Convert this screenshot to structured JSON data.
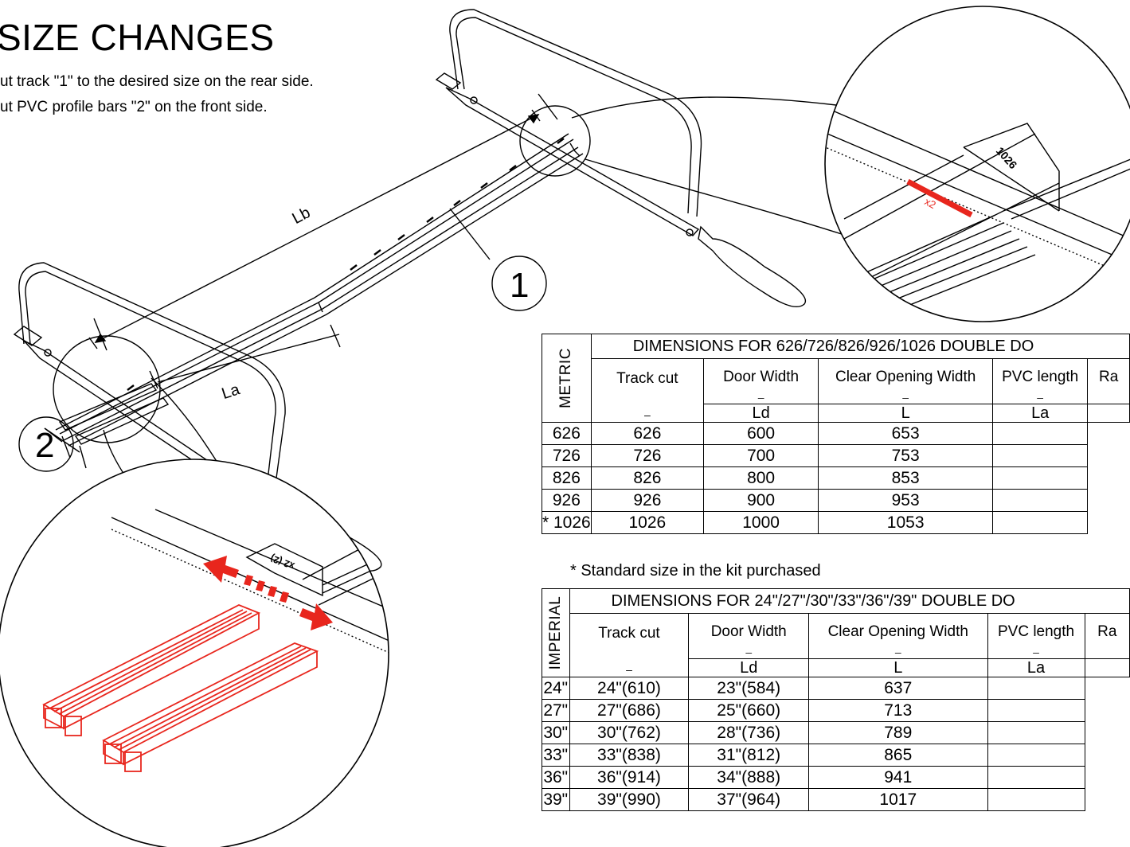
{
  "title": "SIZE CHANGES",
  "instructions": [
    "ut track \"1\" to the desired size on the rear side.",
    "ut PVC profile bars \"2\" on the front side."
  ],
  "callouts": {
    "track": "1",
    "pvc_bars": "2",
    "dim_lb": "Lb",
    "dim_la": "La",
    "track_stamp": "1026",
    "pvc_stamp": "x2 (2)"
  },
  "colors": {
    "highlight": "#e8261d",
    "line": "#000000"
  },
  "metric_table": {
    "side_label": "METRIC",
    "title": "DIMENSIONS FOR 626/726/826/926/1026 DOUBLE DO",
    "columns": [
      {
        "name": "Track cut",
        "dash": "–",
        "symbol": ""
      },
      {
        "name": "Door Width",
        "dash": "–",
        "symbol": "Ld"
      },
      {
        "name": "Clear Opening Width",
        "dash": "–",
        "symbol": "L"
      },
      {
        "name": "PVC length",
        "dash": "–",
        "symbol": "La"
      },
      {
        "name": "Ra",
        "dash": "",
        "symbol": ""
      }
    ],
    "rows": [
      [
        "626",
        "626",
        "600",
        "653",
        ""
      ],
      [
        "726",
        "726",
        "700",
        "753",
        ""
      ],
      [
        "826",
        "826",
        "800",
        "853",
        ""
      ],
      [
        "926",
        "926",
        "900",
        "953",
        ""
      ],
      [
        "* 1026",
        "1026",
        "1000",
        "1053",
        ""
      ]
    ],
    "footnote": "* Standard size in the kit purchased"
  },
  "imperial_table": {
    "side_label": "IMPERIAL",
    "title": "DIMENSIONS FOR 24\"/27\"/30\"/33\"/36\"/39\" DOUBLE DO",
    "columns": [
      {
        "name": "Track cut",
        "dash": "–",
        "symbol": ""
      },
      {
        "name": "Door Width",
        "dash": "–",
        "symbol": "Ld"
      },
      {
        "name": "Clear Opening Width",
        "dash": "–",
        "symbol": "L"
      },
      {
        "name": "PVC length",
        "dash": "–",
        "symbol": "La"
      },
      {
        "name": "Ra",
        "dash": "",
        "symbol": ""
      }
    ],
    "rows": [
      [
        "24\"",
        "24\"(610)",
        "23\"(584)",
        "637",
        ""
      ],
      [
        "27\"",
        "27\"(686)",
        "25\"(660)",
        "713",
        ""
      ],
      [
        "30\"",
        "30\"(762)",
        "28\"(736)",
        "789",
        ""
      ],
      [
        "33\"",
        "33\"(838)",
        "31\"(812)",
        "865",
        ""
      ],
      [
        "36\"",
        "36\"(914)",
        "34\"(888)",
        "941",
        ""
      ],
      [
        "39\"",
        "39\"(990)",
        "37\"(964)",
        "1017",
        ""
      ]
    ]
  }
}
